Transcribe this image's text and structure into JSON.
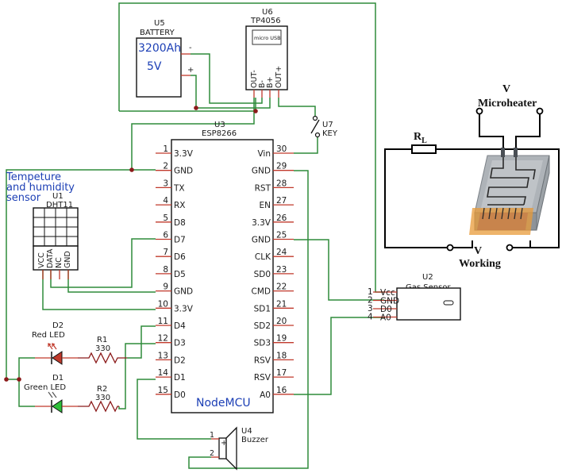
{
  "battery": {
    "ref": "U5",
    "name": "BATTERY",
    "capacity": "3200Ah",
    "voltage": "5V",
    "minus": "-",
    "plus": "+"
  },
  "charger": {
    "ref": "U6",
    "name": "TP4056",
    "port": "micro USB",
    "pins": [
      "OUT-",
      "B-",
      "B+",
      "OUT+"
    ]
  },
  "key": {
    "ref": "U7",
    "name": "KEY"
  },
  "mcu": {
    "ref": "U3",
    "name": "ESP8266",
    "board": "NodeMCU",
    "left_pins": [
      {
        "num": "1",
        "name": "3.3V"
      },
      {
        "num": "2",
        "name": "GND"
      },
      {
        "num": "3",
        "name": "TX"
      },
      {
        "num": "4",
        "name": "RX"
      },
      {
        "num": "5",
        "name": "D8"
      },
      {
        "num": "6",
        "name": "D7"
      },
      {
        "num": "7",
        "name": "D6"
      },
      {
        "num": "8",
        "name": "D5"
      },
      {
        "num": "9",
        "name": "GND"
      },
      {
        "num": "10",
        "name": "3.3V"
      },
      {
        "num": "11",
        "name": "D4"
      },
      {
        "num": "12",
        "name": "D3"
      },
      {
        "num": "13",
        "name": "D2"
      },
      {
        "num": "14",
        "name": "D1"
      },
      {
        "num": "15",
        "name": "D0"
      }
    ],
    "right_pins": [
      {
        "num": "30",
        "name": "Vin"
      },
      {
        "num": "29",
        "name": "GND"
      },
      {
        "num": "28",
        "name": "RST"
      },
      {
        "num": "27",
        "name": "EN"
      },
      {
        "num": "26",
        "name": "3.3V"
      },
      {
        "num": "25",
        "name": "GND"
      },
      {
        "num": "24",
        "name": "CLK"
      },
      {
        "num": "23",
        "name": "SD0"
      },
      {
        "num": "22",
        "name": "CMD"
      },
      {
        "num": "21",
        "name": "SD1"
      },
      {
        "num": "20",
        "name": "SD2"
      },
      {
        "num": "19",
        "name": "SD3"
      },
      {
        "num": "18",
        "name": "RSV"
      },
      {
        "num": "17",
        "name": "RSV"
      },
      {
        "num": "16",
        "name": "A0"
      }
    ]
  },
  "dht": {
    "title_lines": [
      "Tempeture",
      "and humidity",
      "sensor"
    ],
    "ref": "U1",
    "name": "DHT11",
    "pins": [
      "VCC",
      "DATA",
      "NC",
      "GND"
    ]
  },
  "red_led": {
    "ref": "D2",
    "name": "Red LED"
  },
  "green_led": {
    "ref": "D1",
    "name": "Green LED"
  },
  "r1": {
    "ref": "R1",
    "value": "330"
  },
  "r2": {
    "ref": "R2",
    "value": "330"
  },
  "gas": {
    "ref": "U2",
    "name": "Gas Sensor",
    "pins": [
      {
        "num": "1",
        "name": "Vcc"
      },
      {
        "num": "2",
        "name": "GND"
      },
      {
        "num": "3",
        "name": "D0"
      },
      {
        "num": "4",
        "name": "A0"
      }
    ]
  },
  "buzzer": {
    "ref": "U4",
    "name": "Buzzer",
    "pins": [
      "1",
      "2"
    ],
    "plus": "+"
  },
  "mems": {
    "v_heater": "V",
    "heater_label": "Microheater",
    "rl_main": "R",
    "rl_sub": "L",
    "v_working": "V",
    "working_label": "Working"
  },
  "colors": {
    "wire": "#2e8b3a",
    "pin": "#c0392b",
    "board": "#1c3fb5",
    "heater_pad": "#e89b3a"
  }
}
